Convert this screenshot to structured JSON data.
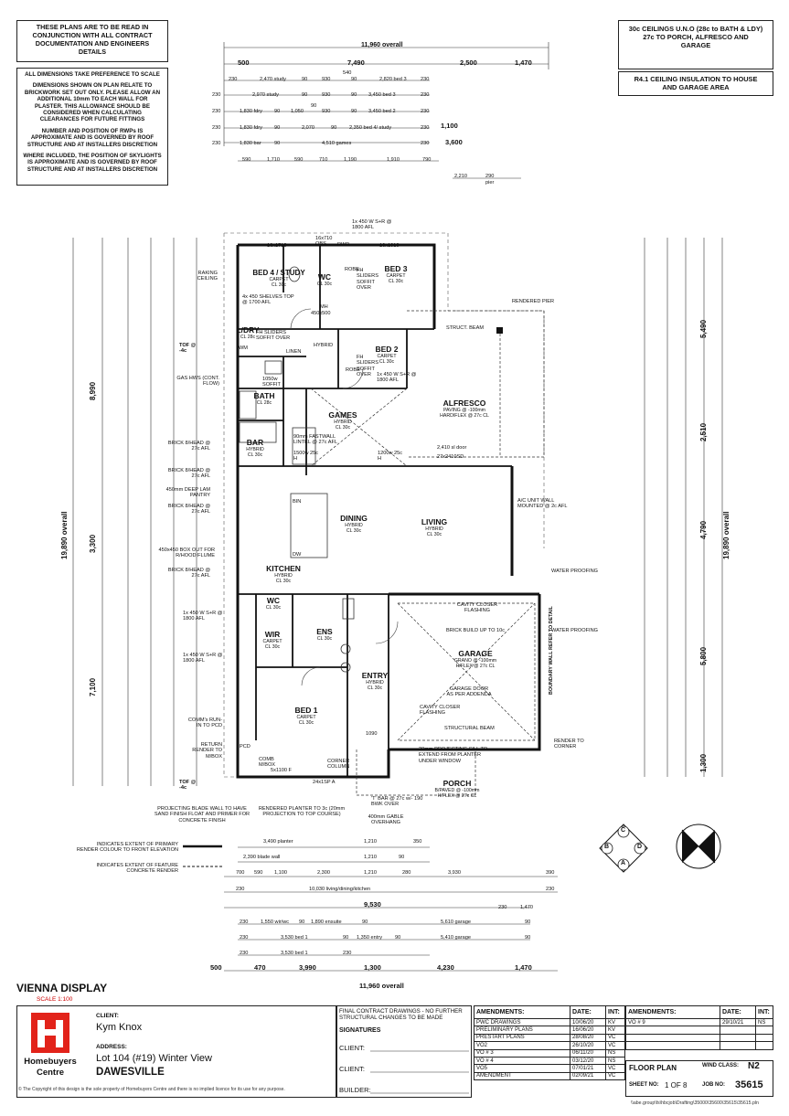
{
  "notes": {
    "top_left": "THESE PLANS ARE TO BE READ IN CONJUNCTION WITH ALL CONTRACT DOCUMENTATION AND ENGINEERS DETAILS",
    "dimensions_note": "ALL DIMENSIONS TAKE PREFERENCE TO SCALE",
    "brickwork_note": "DIMENSIONS SHOWN ON PLAN RELATE TO BRICKWORK SET OUT ONLY. PLEASE ALLOW AN ADDITIONAL 10mm TO EACH WALL FOR PLASTER. THIS ALLOWANCE SHOULD BE CONSIDERED WHEN CALCULATING CLEARANCES FOR FUTURE FITTINGS",
    "rwp_note": "NUMBER AND POSITION OF RWPs IS APPROXIMATE AND IS GOVERNED BY ROOF STRUCTURE AND AT INSTALLERS DISCRETION",
    "skylight_note": "WHERE INCLUDED, THE POSITION OF SKYLIGHTS IS APPROXIMATE AND IS GOVERNED BY ROOF STRUCTURE AND AT INSTALLERS DISCRETION",
    "ceilings": "30c CEILINGS U.N.O (28c to BATH & LDY) 27c TO PORCH, ALFRESCO AND GARAGE",
    "insulation": "R4.1 CEILING INSULATION TO HOUSE AND GARAGE AREA"
  },
  "top_dims": {
    "overall": "11,960 overall",
    "row1": [
      "500",
      "7,490",
      "2,500",
      "1,470"
    ],
    "row2": [
      "230",
      "2,470 study",
      "90",
      "930",
      "90",
      "2,820 bed 3",
      "230"
    ],
    "row2_top": "540",
    "row3": [
      "230",
      "2,970 study",
      "90",
      "930",
      "90",
      "3,450 bed 3",
      "230"
    ],
    "row4": [
      "230",
      "1,830 fdry",
      "90",
      "1,050",
      "90",
      "930",
      "90",
      "3,450 bed 2",
      "230"
    ],
    "row5": [
      "230",
      "1,830 fdry",
      "90",
      "2,070",
      "90",
      "2,350 bed 4/ study",
      "230",
      "1,100"
    ],
    "row6": [
      "230",
      "1,830 bar",
      "90",
      "4,510 games",
      "230",
      "3,600"
    ],
    "row7": [
      "590",
      "1,710",
      "590",
      "710",
      "1,190",
      "1,910",
      "790"
    ],
    "row8": [
      "2,210",
      "290"
    ],
    "pier": "pier"
  },
  "rooms": {
    "bed4": {
      "name": "BED 4 / STUDY",
      "sub": "CARPET",
      "cl": "CL 30c"
    },
    "wc1": {
      "name": "WC",
      "cl": "CL 30c"
    },
    "bed3": {
      "name": "BED 3",
      "sub": "CARPET",
      "cl": "CL 30c"
    },
    "ldy": {
      "name": "L/DRY",
      "cl": "CL 28c"
    },
    "bed2": {
      "name": "BED 2",
      "sub": "CARPET",
      "cl": "CL 30c"
    },
    "bath": {
      "name": "BATH",
      "cl": "CL 28c"
    },
    "games": {
      "name": "GAMES",
      "sub": "HYBRID",
      "cl": "CL 30c"
    },
    "alfresco": {
      "name": "ALFRESCO",
      "sub": "PAVING @ -100mm",
      "cl": "HARDIFLEX @ 27c CL"
    },
    "bar": {
      "name": "BAR",
      "sub": "HYBRID",
      "cl": "CL 30c"
    },
    "dining": {
      "name": "DINING",
      "sub": "HYBRID",
      "cl": "CL 30c"
    },
    "living": {
      "name": "LIVING",
      "sub": "HYBRID",
      "cl": "CL 30c"
    },
    "kitchen": {
      "name": "KITCHEN",
      "sub": "HYBRID",
      "cl": "CL 30c"
    },
    "wc2": {
      "name": "WC",
      "cl": "CL 30c"
    },
    "wir": {
      "name": "WIR",
      "sub": "CARPET",
      "cl": "CL 30c"
    },
    "ens": {
      "name": "ENS",
      "cl": "CL 30c"
    },
    "entry": {
      "name": "ENTRY",
      "sub": "HYBRID",
      "cl": "CL 30c"
    },
    "garage": {
      "name": "GARAGE",
      "sub": "GRANO @ -100mm",
      "cl": "H/FLEX @ 27c CL"
    },
    "bed1": {
      "name": "BED 1",
      "sub": "CARPET",
      "cl": "CL 30c"
    },
    "porch": {
      "name": "PORCH",
      "sub": "B/PAVED @ -100mm",
      "cl": "H/FLEX @ 27c CL"
    }
  },
  "plan_labels": {
    "sky1": "1x 450 W S+R @ 1800 AFL",
    "obs1": "16x710 OBS",
    "rwp": "RWP",
    "w1": "16x1710",
    "w2": "16x1910",
    "raking": "RAKING CEILING",
    "shelves": "4x 450 SHELVES TOP @ 1700 AFL",
    "fh_sliders": "FH SLIDERS SOFFIT OVER",
    "robe": "ROBE",
    "mh": "MH",
    "mh_size": "450x500",
    "rendered_pier": "RENDERED PIER",
    "struct_beam": "STRUCT. BEAM",
    "structural_beam": "STRUCTURAL BEAM",
    "wm": "WM",
    "linen": "LINEN",
    "hybrid": "HYBRID",
    "tof1": "TOF @ -4c",
    "gas_hws": "GAS HWS (CONT. FLOW)",
    "soffit1": "1050w SOFFIT",
    "sky2": "1x 450 W S+R @ 1800 AFL",
    "fastwall": "90mm FASTWALL LINTEL @ 27c AFL",
    "opening1": "1500w 25c H",
    "opening2": "1200w 25c H",
    "sd": "2,410 sl door",
    "sd2": "27x2410SD",
    "brick1": "BRICK 8/HEAD @ 27c AFL",
    "brick2": "BRICK 8/HEAD @ 27c AFL",
    "pantry": "450mm DEEP LAM PANTRY",
    "brick3": "BRICK 8/HEAD @ 27c AFL",
    "flume": "450x450 BOX OUT FOR R/HOOD FLUME",
    "brick4": "BRICK 8/HEAD @ 27c AFL",
    "acunit": "A/C UNIT WALL MOUNTED @ 2c AFL",
    "water1": "WATER PROOFING",
    "water2": "WATER PROOFING",
    "cavity1": "CAVITY CLOSER FLASHING",
    "brickbuild": "BRICK BUILD UP TO 10c",
    "boundary": "BOUNDARY WALL REFER TO DETAIL",
    "garage_door": "GARAGE DOOR AS PER ADDENDA",
    "cavity2": "CAVITY CLOSER FLASHING",
    "render_corner": "RENDER TO CORNER",
    "sky3": "1x 450 W S+R @ 1800 AFL",
    "sky4": "1x 450 W S+R @ 1800 AFL",
    "comms": "COMM's RUN-IN TO PCD",
    "return": "RETURN RENDER TO M/BOX",
    "pcd": "PCD",
    "mbox": "COMB M/BOX",
    "tof2": "TOF @ -4c",
    "corner": "CORNER COLUMN",
    "sill": "20mm PROJECTING SILL TO EXTEND FROM PLANTER UNDER WINDOW",
    "tbar": "'T' BAR @ 27c w/- 190 BWK OVER",
    "gable": "400mm GABLE OVERHANG",
    "blade": "PROJECTING BLADE WALL TO HAVE SAND FINISH FLOAT AND PRIMER FOR CONCRETE FINISH",
    "planter": "RENDERED PLANTER TO 3c (20mm PROJECTION TO TOP COURSE)",
    "legend1": "INDICATES EXTENT OF PRIMARY RENDER COLOUR TO FRONT ELEVATION",
    "legend2": "INDICATES EXTENT OF FEATURE CONCRETE RENDER",
    "window_sp": "5x1100 F",
    "window_a": "24x1SP A",
    "bin": "BIN",
    "dw": "DW",
    "bench": "1090"
  },
  "side_dims": {
    "left_overall": "19,890 overall",
    "left_a": "8,990",
    "left_b": "3,300",
    "left_c": "7,100",
    "right_a": "5,490",
    "right_b": "2,510",
    "right_c": "4,790",
    "right_d": "5,800",
    "right_e": "1,300",
    "right_overall": "19,890 overall"
  },
  "bottom_dims": {
    "row1": [
      "3,490 planter",
      "1,210",
      "350"
    ],
    "row2": [
      "2,390 blade wall",
      "1,210",
      "90"
    ],
    "row3": [
      "700",
      "590",
      "1,100",
      "2,300",
      "1,210",
      "280",
      "3,930",
      "390"
    ],
    "row4": [
      "230",
      "10,030 living/dining/kitchen",
      "230"
    ],
    "row5": [
      "9,530",
      "230",
      "1,470"
    ],
    "row6": [
      "230",
      "1,550 wir/wc",
      "90",
      "1,890 ensuite",
      "90",
      "5,610 garage",
      "90"
    ],
    "row7": [
      "230",
      "3,530 bed 1",
      "90",
      "1,350 entry",
      "90",
      "5,410 garage",
      "90"
    ],
    "row8": [
      "230",
      "3,530 bed 1",
      "230"
    ],
    "row9": [
      "500",
      "470",
      "3,990",
      "1,300",
      "4,230",
      "1,470"
    ],
    "overall": "11,960 overall"
  },
  "title": {
    "name": "VIENNA DISPLAY",
    "scale": "SCALE 1:100",
    "client_label": "CLIENT:",
    "client": "Kym Knox",
    "address_label": "ADDRESS:",
    "address1": "Lot 104 (#19) Winter View",
    "address2": "DAWESVILLE",
    "brand1": "Homebuyers",
    "brand2": "Centre",
    "copyright": "© The Copyright of this design is the sole property of Homebuyers Centre and there is no implied licence for its use for any purpose.",
    "final": "FINAL CONTRACT DRAWINGS - NO FURTHER STRUCTURAL CHANGES TO BE MADE",
    "signatures": "SIGNATURES",
    "client_sig": "CLIENT:",
    "builder_sig": "BUILDER:",
    "file": "\\\\abe.group\\fs\\hbcjob\\Drafting\\35000\\35600\\35615\\35615.pln"
  },
  "amendments": {
    "head": [
      "AMENDMENTS:",
      "DATE:",
      "INT:"
    ],
    "rows": [
      [
        "PWC DRAWINGS",
        "10/06/20",
        "KV"
      ],
      [
        "PRELIMINARY PLANS",
        "16/06/20",
        "KV"
      ],
      [
        "PRESTART PLANS",
        "28/08/20",
        "VC"
      ],
      [
        "VO2",
        "26/10/20",
        "VC"
      ],
      [
        "VO # 3",
        "06/11/20",
        "NS"
      ],
      [
        "VO # 4",
        "03/12/20",
        "NS"
      ],
      [
        "VO5",
        "07/01/21",
        "VC"
      ],
      [
        "AMENDMENT",
        "02/09/21",
        "VC"
      ]
    ],
    "head2": [
      "AMENDMENTS:",
      "DATE:",
      "INT:"
    ],
    "rows2": [
      [
        "VO # 9",
        "29/10/21",
        "NS"
      ]
    ],
    "floor_plan": "FLOOR PLAN",
    "wind_class": "WIND CLASS:",
    "wind_value": "N2",
    "sheet_label": "SHEET NO:",
    "sheet": "1 OF 8",
    "job_label": "JOB NO:",
    "job": "35615"
  },
  "compass": [
    "C",
    "B",
    "D",
    "A"
  ]
}
